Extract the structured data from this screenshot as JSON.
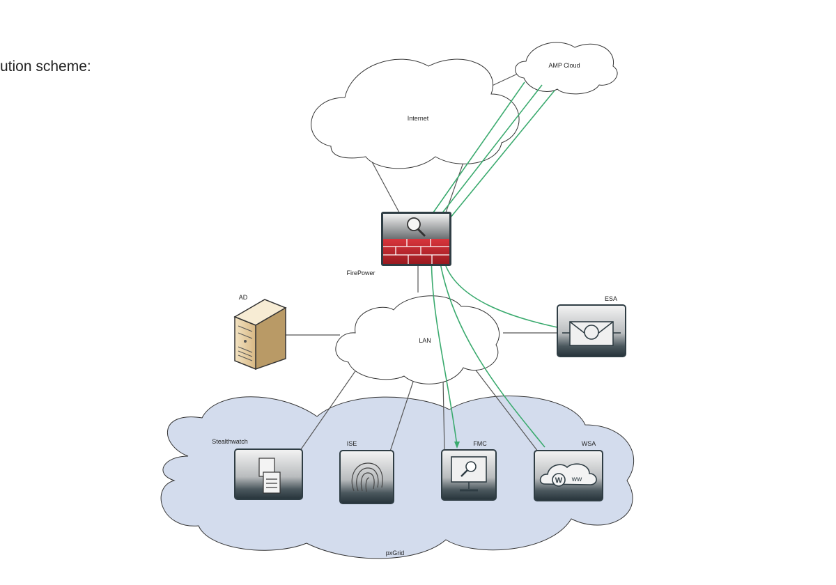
{
  "heading": "ution scheme:",
  "nodes": {
    "internet": "Internet",
    "amp_cloud": "AMP Cloud",
    "firepower": "FirePower",
    "lan": "LAN",
    "ad": "AD",
    "esa": "ESA",
    "stealthwatch": "Stealthwatch",
    "ise": "ISE",
    "fmc": "FMC",
    "wsa": "WSA",
    "pxgrid": "pxGrid"
  },
  "colors": {
    "green_flow": "#3aaa6e",
    "link": "#555555",
    "pxgrid_fill": "#d3dced",
    "firewall_red": "#c0242c",
    "device_dark": "#2f3d44"
  }
}
